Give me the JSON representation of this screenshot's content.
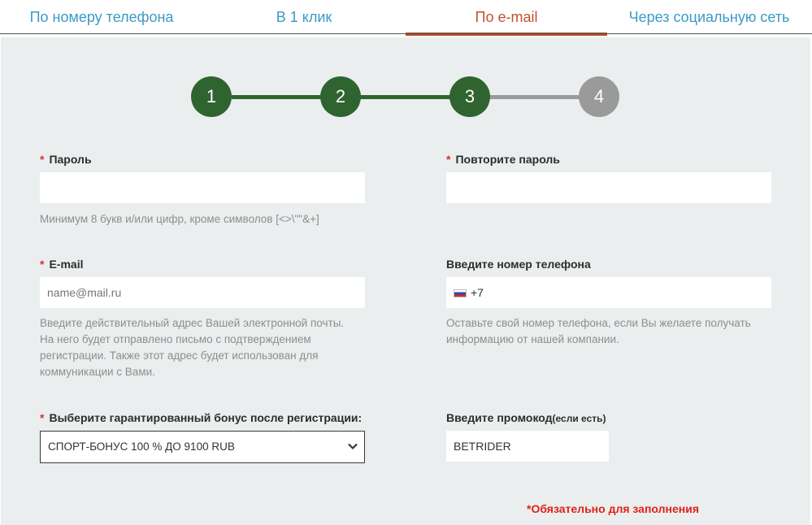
{
  "tabs": [
    {
      "label": "По номеру телефона",
      "active": false
    },
    {
      "label": "В 1 клик",
      "active": false
    },
    {
      "label": "По e-mail",
      "active": true
    },
    {
      "label": "Через социальную сеть",
      "active": false
    }
  ],
  "steps": [
    "1",
    "2",
    "3",
    "4"
  ],
  "current_step": 3,
  "colors": {
    "tab_link": "#3b9ac6",
    "tab_active": "#c0532d",
    "step_done": "#2f6430",
    "step_todo": "#9a9a9a",
    "required": "#d0362c"
  },
  "form": {
    "required_mark": "*",
    "password": {
      "label": "Пароль",
      "value": "",
      "hint": "Минимум 8 букв и/или цифр, кроме символов [<>\\\"\"&+]"
    },
    "repeat_password": {
      "label": "Повторите пароль",
      "value": ""
    },
    "email": {
      "label": "E-mail",
      "placeholder": "name@mail.ru",
      "hint_lines": [
        "Введите действительный адрес Вашей электронной почты.",
        "На него будет отправлено письмо с подтверждением",
        "регистрации. Также этот адрес будет использован для",
        "коммуникации с Вами."
      ]
    },
    "phone": {
      "label": "Введите номер телефона",
      "prefix": "+7",
      "flag_icon": "russia-flag-icon",
      "hint_lines": [
        "Оставьте свой номер телефона, если Вы желаете получать",
        "информацию от нашей компании."
      ]
    },
    "bonus": {
      "label": "Выберите гарантированный бонус после регистрации:",
      "selected": "СПОРТ-БОНУС 100 % ДО 9100 RUB"
    },
    "promo": {
      "label": "Введите промокод",
      "label_suffix": "(если есть)",
      "value": "BETRIDER"
    },
    "required_note": "*Обязательно для заполнения"
  }
}
